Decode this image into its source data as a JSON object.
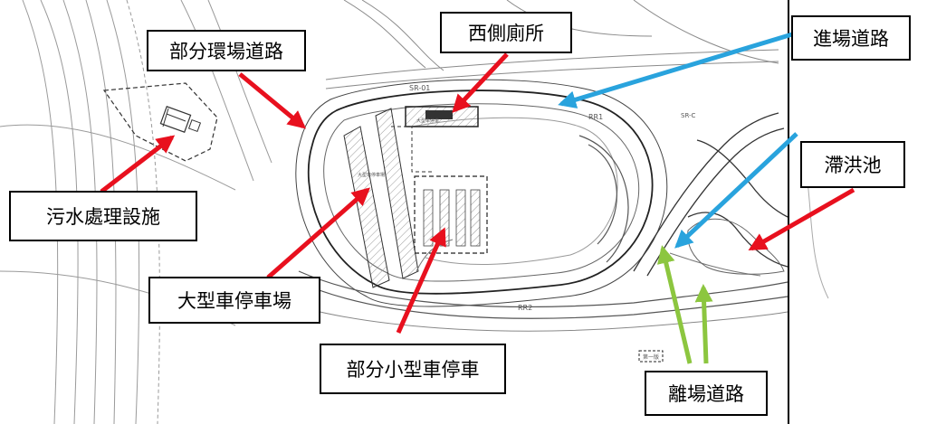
{
  "labels": {
    "ring_road": "部分環場道路",
    "west_toilet": "西側廁所",
    "entry_road": "進場道路",
    "detention_pond": "滯洪池",
    "sewage": "污水處理設施",
    "bus_parking": "大型車停車場",
    "car_parking": "部分小型車停車",
    "exit_road": "離場道路"
  },
  "plan_text": {
    "road_sr01": "SR-01",
    "road_rr1": "RR1",
    "road_rr2": "RR2",
    "road_sr_c": "SR-C",
    "figure_no": "第一版",
    "legend_title": "圖例"
  },
  "colors": {
    "red_arrow": "#e8101e",
    "blue_arrow": "#29a3dd",
    "green_arrow": "#8cc63f",
    "line_dark": "#222222",
    "line_grey": "#8a8a8a"
  }
}
